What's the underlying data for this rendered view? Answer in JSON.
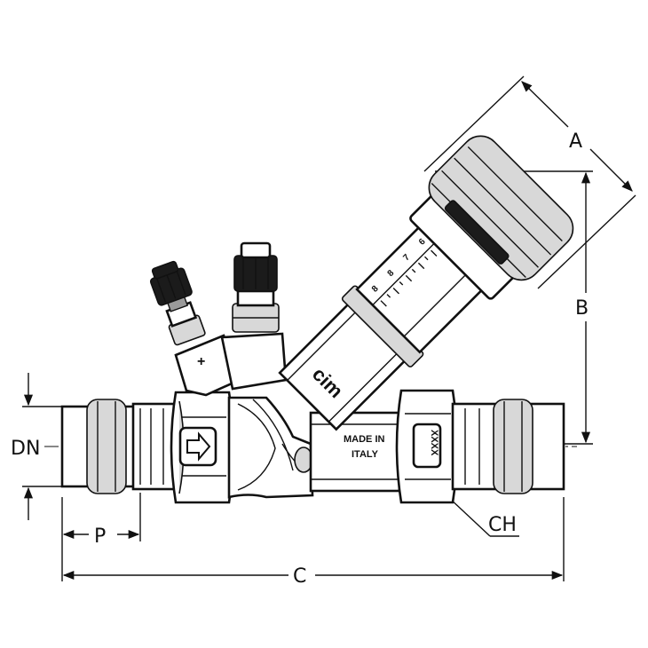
{
  "dimensions": {
    "a": "A",
    "b": "B",
    "c": "C",
    "dn": "DN",
    "p": "P",
    "ch": "CH"
  },
  "markings": {
    "brand": "cim",
    "made_in_line1": "MADE IN",
    "made_in_line2": "ITALY",
    "date_stamp": "XXXX",
    "plus": "+",
    "scale_numbers": [
      "8",
      "8",
      "7",
      "6"
    ]
  },
  "colors": {
    "line": "#111111",
    "shade": "#d8d8d8",
    "dark": "#1b1b1b"
  },
  "icons": {
    "flow_arrow": "right-arrow-icon"
  }
}
